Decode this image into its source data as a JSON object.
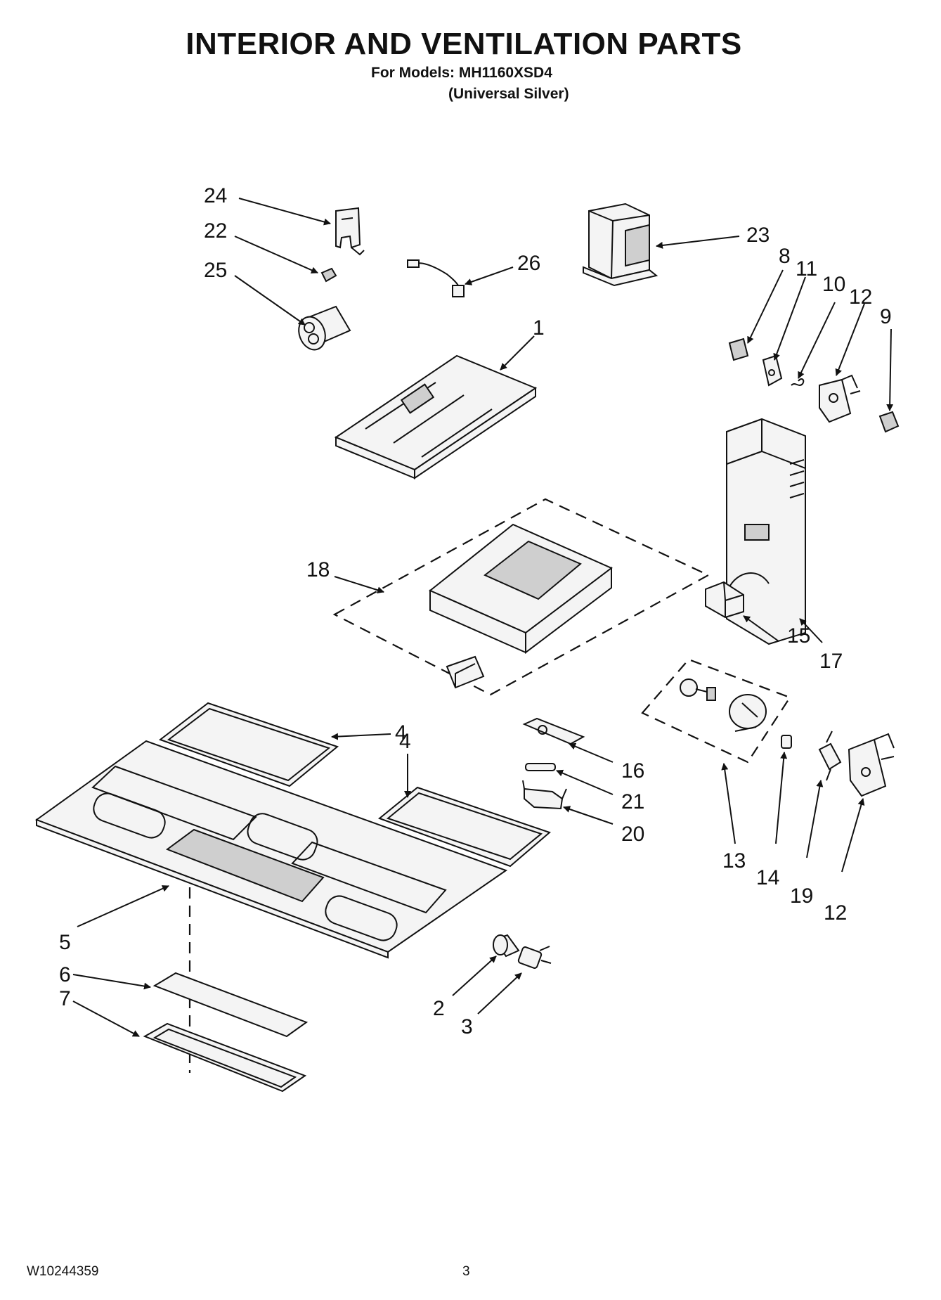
{
  "header": {
    "title": "INTERIOR AND VENTILATION PARTS",
    "models_line": "For Models: MH1160XSD4",
    "finish_line": "(Universal Silver)"
  },
  "footer": {
    "doc_number": "W10244359",
    "page_number": "3"
  },
  "callouts": [
    "24",
    "22",
    "25",
    "26",
    "23",
    "8",
    "11",
    "10",
    "12",
    "9",
    "1",
    "18",
    "17",
    "15",
    "13",
    "14",
    "19",
    "12",
    "4",
    "4",
    "16",
    "21",
    "20",
    "5",
    "6",
    "7",
    "2",
    "3"
  ]
}
